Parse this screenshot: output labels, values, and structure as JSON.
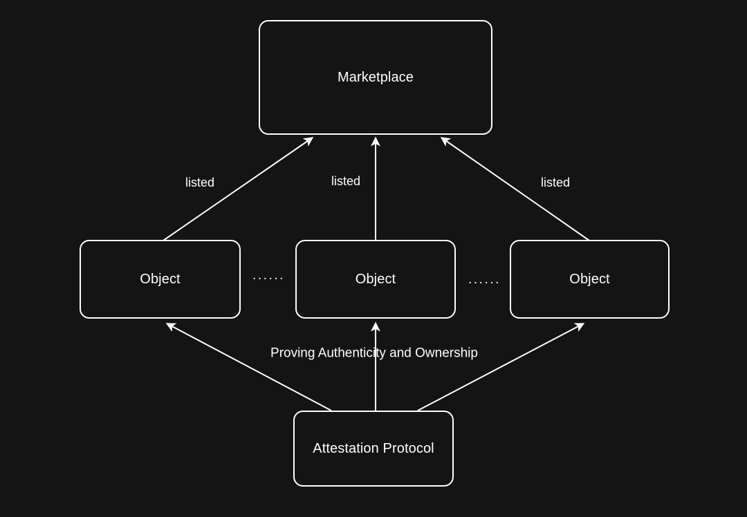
{
  "diagram": {
    "title": "Attestation Protocol and Marketplace relationship diagram",
    "background_color": "#141414",
    "stroke_color": "#ffffff",
    "text_color": "#ffffff",
    "nodes": [
      {
        "id": "marketplace",
        "label": "Marketplace"
      },
      {
        "id": "object-1",
        "label": "Object"
      },
      {
        "id": "object-2",
        "label": "Object"
      },
      {
        "id": "object-3",
        "label": "Object"
      },
      {
        "id": "attestation",
        "label": "Attestation Protocol"
      }
    ],
    "edges": [
      {
        "id": "listed-1",
        "from": "object-1",
        "to": "marketplace",
        "label": "listed"
      },
      {
        "id": "listed-2",
        "from": "object-2",
        "to": "marketplace",
        "label": "listed"
      },
      {
        "id": "listed-3",
        "from": "object-3",
        "to": "marketplace",
        "label": "listed"
      },
      {
        "id": "proving-left",
        "from": "attestation",
        "to": "object-1",
        "label": "Proving Authenticity and Ownership"
      },
      {
        "id": "proving-middle",
        "from": "attestation",
        "to": "object-2",
        "label": ""
      },
      {
        "id": "proving-right",
        "from": "attestation",
        "to": "object-3",
        "label": ""
      }
    ],
    "edge_labels": {
      "listed_1": "listed",
      "listed_2": "listed",
      "listed_3": "listed",
      "proving": "Proving Authenticity and Ownership"
    },
    "ellipses": {
      "between_object_1_and_2": "······",
      "between_object_2_and_3": "······"
    }
  }
}
